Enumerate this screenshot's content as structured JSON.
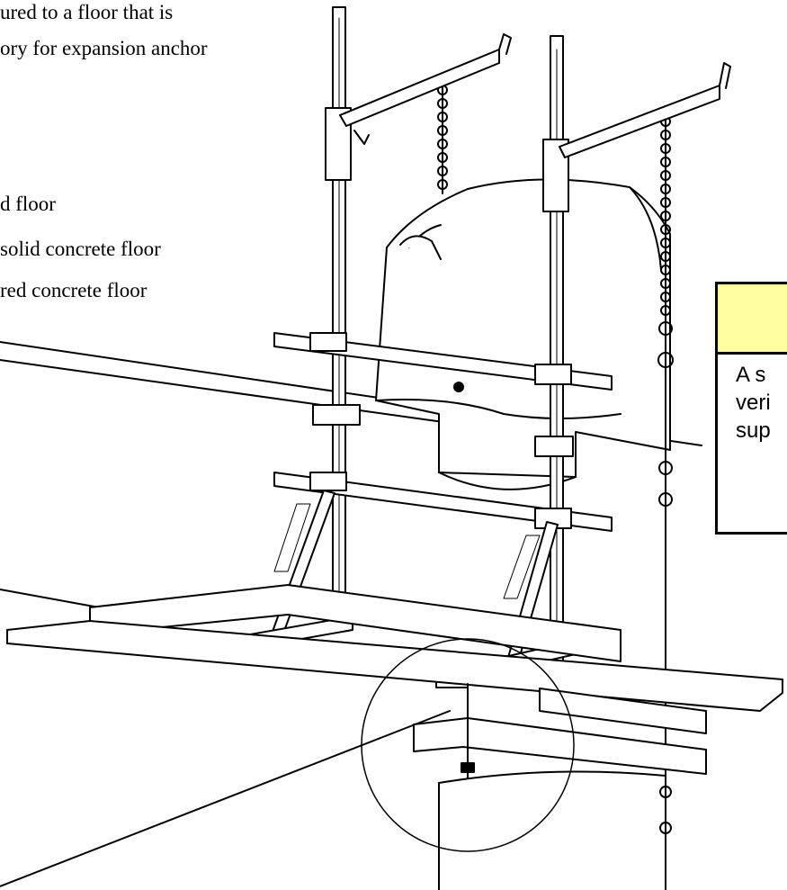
{
  "text_lines": [
    "ured to a floor that is",
    "ory for expansion anchor",
    "d floor",
    "solid concrete floor",
    "red concrete floor"
  ],
  "warning": {
    "icon": "warning-triangle-icon",
    "lines": [
      "A s",
      "veri",
      "sup"
    ],
    "header_color": "#ffffa0"
  }
}
